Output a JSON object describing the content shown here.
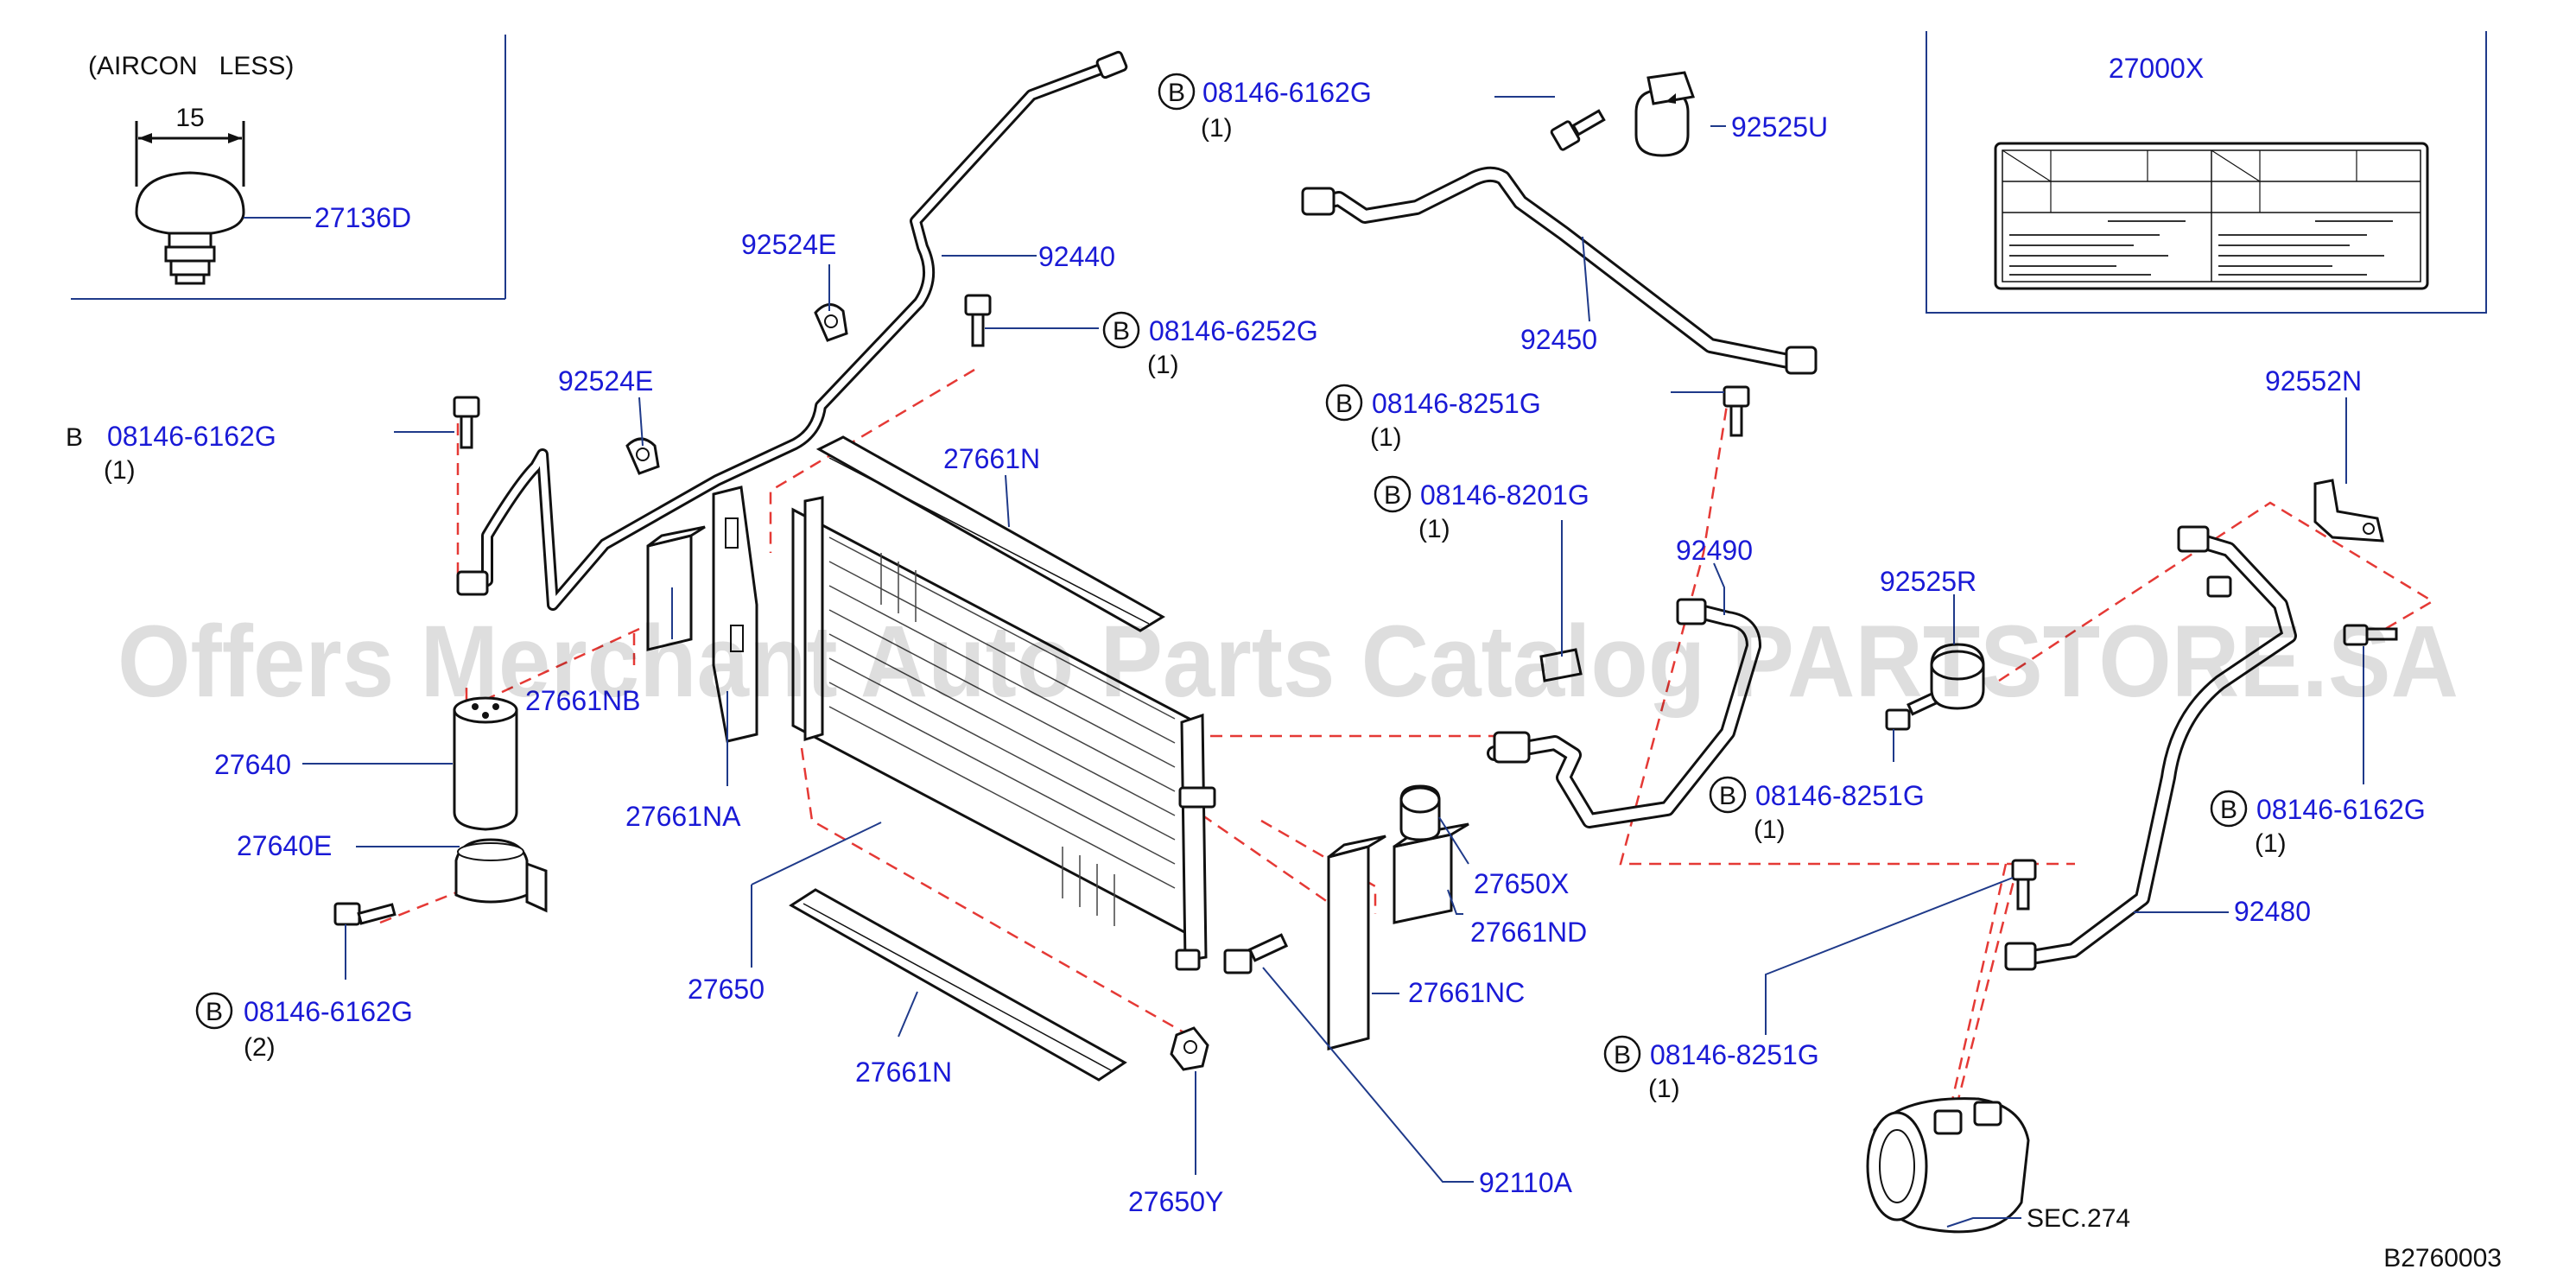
{
  "diagram_id": "B2760003",
  "watermark": "Offers Merchant Auto Parts Catalog PARTSTORE.SA",
  "inset_left": {
    "title": "(AIRCON   LESS)",
    "dimension": "15",
    "part": "27136D"
  },
  "inset_right": {
    "part": "27000X"
  },
  "circle_letter": "B",
  "parts": {
    "p92440": "92440",
    "p92524e_top": "92524E",
    "p92524e_mid": "92524E",
    "p27661n_top": "27661N",
    "p27661nb": "27661NB",
    "p27661na": "27661NA",
    "p27640": "27640",
    "p27640e": "27640E",
    "p27650": "27650",
    "p27661n_bottom": "27661N",
    "p27650y": "27650Y",
    "p92110a": "92110A",
    "p27661nc": "27661NC",
    "p27661nd": "27661ND",
    "p27650x": "27650X",
    "p92450": "92450",
    "p92525u": "92525U",
    "p92490": "92490",
    "p92525r": "92525R",
    "p92552n": "92552N",
    "p92480": "92480",
    "sec274": "SEC.274"
  },
  "bolts": {
    "b_top": {
      "code": "08146-6162G",
      "qty": "(1)"
    },
    "b_mid": {
      "code": "08146-6252G",
      "qty": "(1)"
    },
    "b_left": {
      "code": "08146-6162G",
      "qty": "(1)"
    },
    "b_8251_upper": {
      "code": "08146-8251G",
      "qty": "(1)"
    },
    "b_8201": {
      "code": "08146-8201G",
      "qty": "(1)"
    },
    "b_8251_mid": {
      "code": "08146-8251G",
      "qty": "(1)"
    },
    "b_6162_right": {
      "code": "08146-6162G",
      "qty": "(1)"
    },
    "b_8251_lower": {
      "code": "08146-8251G",
      "qty": "(1)"
    },
    "b_bottom_left": {
      "code": "08146-6162G",
      "qty": "(2)"
    }
  },
  "colors": {
    "label": "#1a1ad6",
    "leader": "#1f3a8a",
    "dashed": "#e53935",
    "line": "#111111"
  }
}
